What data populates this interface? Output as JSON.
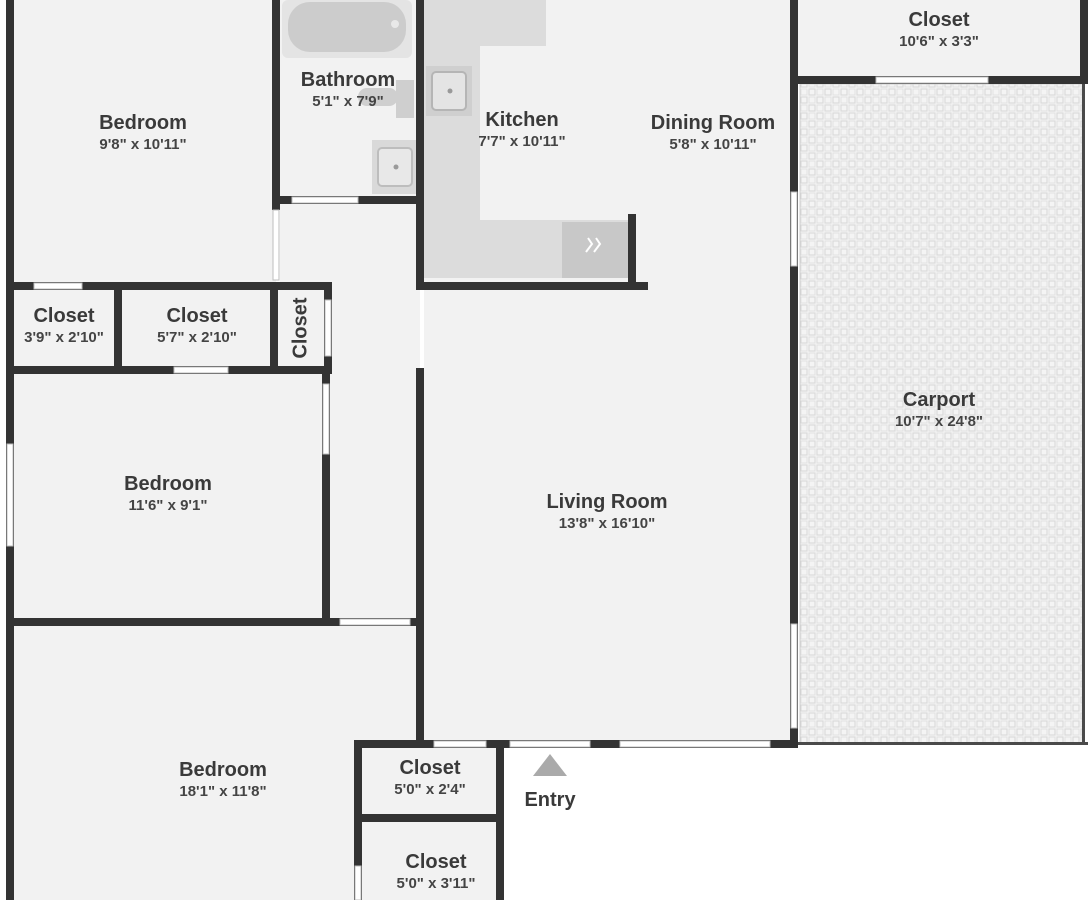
{
  "rooms": {
    "bedroom_top": {
      "name": "Bedroom",
      "dims": "9'8\" x 10'11\""
    },
    "bathroom": {
      "name": "Bathroom",
      "dims": "5'1\" x 7'9\""
    },
    "kitchen": {
      "name": "Kitchen",
      "dims": "7'7\" x 10'11\""
    },
    "dining": {
      "name": "Dining Room",
      "dims": "5'8\" x 10'11\""
    },
    "closet_top_right": {
      "name": "Closet",
      "dims": "10'6\" x 3'3\""
    },
    "closet_a": {
      "name": "Closet",
      "dims": "3'9\" x 2'10\""
    },
    "closet_b": {
      "name": "Closet",
      "dims": "5'7\" x 2'10\""
    },
    "closet_c": {
      "name": "Closet"
    },
    "carport": {
      "name": "Carport",
      "dims": "10'7\" x 24'8\""
    },
    "bedroom_mid": {
      "name": "Bedroom",
      "dims": "11'6\" x 9'1\""
    },
    "living": {
      "name": "Living Room",
      "dims": "13'8\" x 16'10\""
    },
    "bedroom_bottom": {
      "name": "Bedroom",
      "dims": "18'1\" x 11'8\""
    },
    "closet_d": {
      "name": "Closet",
      "dims": "5'0\" x 2'4\""
    },
    "closet_e": {
      "name": "Closet",
      "dims": "5'0\" x 3'11\""
    }
  },
  "entry": {
    "label": "Entry"
  },
  "colors": {
    "floor": "#f2f2f2",
    "wall": "#333333",
    "fixture": "#cfcfcf",
    "window": "#ffffff"
  }
}
